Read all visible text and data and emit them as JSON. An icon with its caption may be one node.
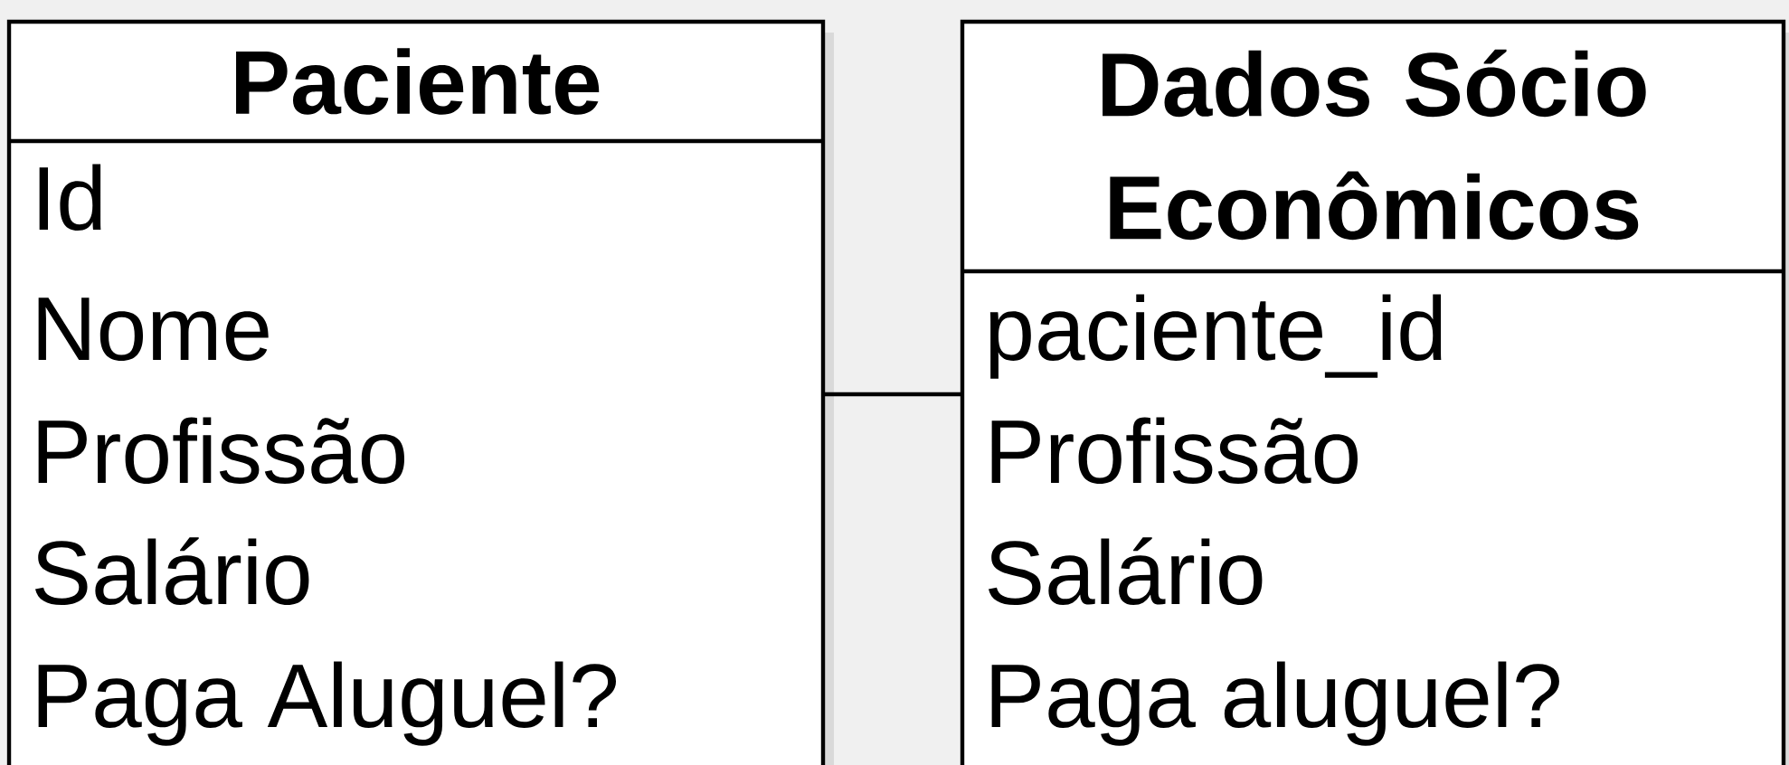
{
  "diagram": {
    "nodes": [
      {
        "text": [
          "Paciente",
          "Id",
          "Nome",
          "Profissão",
          "Salário",
          "Paga Aluguel?"
        ]
      },
      {
        "text": [
          "Dados Sócio Econômicos",
          "paciente_id",
          "Profissão",
          "Salário",
          "Paga aluguel?"
        ]
      }
    ],
    "edges": [
      {
        "from": 0,
        "to": 1,
        "arrow": "none"
      }
    ]
  }
}
